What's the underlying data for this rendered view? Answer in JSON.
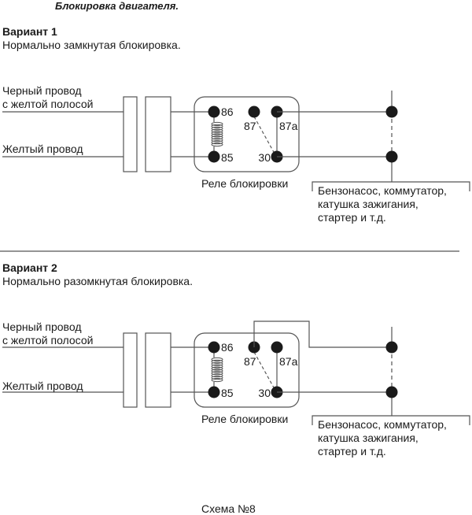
{
  "title": "Блокировка двигателя.",
  "caption": "Схема №8",
  "colors": {
    "line": "#555555",
    "dot": "#1a1a1a",
    "text": "#1a1a1a"
  },
  "variants": [
    {
      "heading": "Вариант 1",
      "subtitle": "Нормально замкнутая блокировка.",
      "wire_top_label": [
        "Черный провод",
        "с желтой полосой"
      ],
      "wire_bottom_label": "Желтый провод",
      "relay_label": "Реле блокировки",
      "terminals": {
        "t86": "86",
        "t85": "85",
        "t87": "87",
        "t87a": "87a",
        "t30": "30"
      },
      "output_from_top": "87a",
      "output_from_bottom": "30",
      "load_label": [
        "Бензонасос, коммутатор,",
        "катушка зажигания,",
        "стартер и т.д."
      ]
    },
    {
      "heading": "Вариант 2",
      "subtitle": "Нормально разомкнутая блокировка.",
      "wire_top_label": [
        "Черный провод",
        "с желтой полосой"
      ],
      "wire_bottom_label": "Желтый провод",
      "relay_label": "Реле блокировки",
      "terminals": {
        "t86": "86",
        "t85": "85",
        "t87": "87",
        "t87a": "87a",
        "t30": "30"
      },
      "output_from_top": "87",
      "output_from_bottom": "30",
      "load_label": [
        "Бензонасос, коммутатор,",
        "катушка зажигания,",
        "стартер и т.д."
      ]
    }
  ]
}
